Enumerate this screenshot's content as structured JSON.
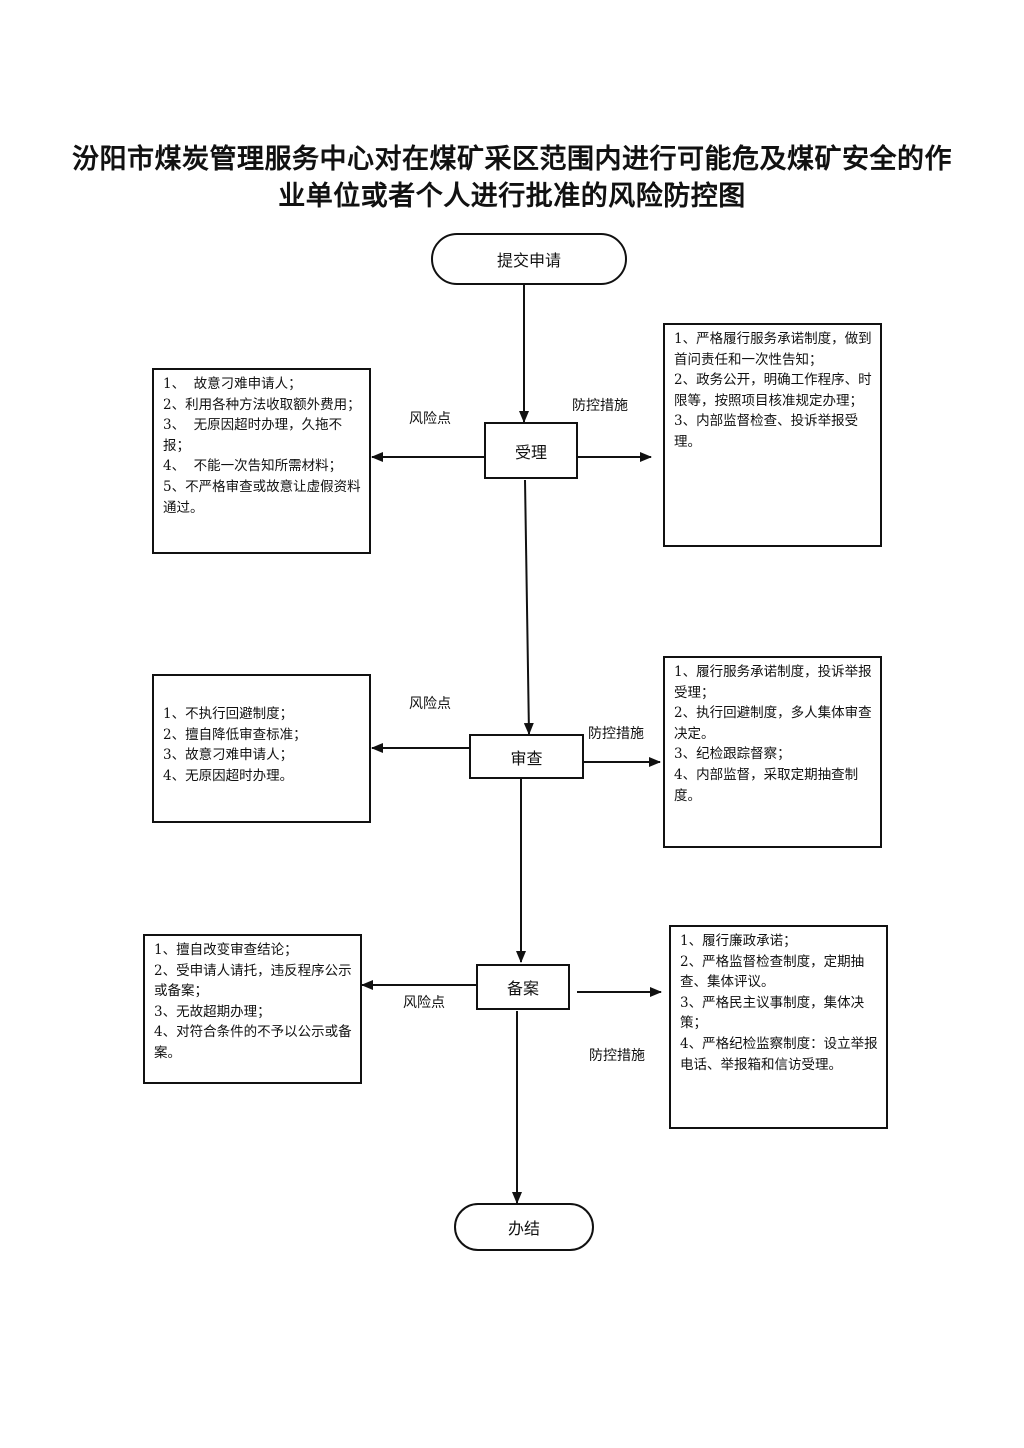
{
  "title": {
    "line1": "汾阳市煤炭管理服务中心对在煤矿采区范围内进行可能危及煤矿安全的作",
    "line2": "业单位或者个人进行批准的风险防控图"
  },
  "nodes": {
    "start": "提交申请",
    "accept": "受理",
    "review": "审查",
    "record": "备案",
    "finish": "办结"
  },
  "labels": {
    "risk": "风险点",
    "control": "防控措施"
  },
  "accept_risks": [
    "1、  故意刁难申请人；",
    "2、利用各种方法收取额外费用；",
    "3、  无原因超时办理，久拖不报；",
    "4、  不能一次告知所需材料；",
    "5、不严格审查或故意让虚假资料通过。"
  ],
  "accept_controls": [
    "1、严格履行服务承诺制度，做到首问责任和一次性告知；",
    "2、政务公开，明确工作程序、时限等，按照项目核准规定办理；",
    "3、内部监督检查、投诉举报受理。"
  ],
  "review_risks": [
    "1、不执行回避制度；",
    "2、擅自降低审查标准；",
    "3、故意刁难申请人；",
    "4、无原因超时办理。"
  ],
  "review_controls": [
    "1、履行服务承诺制度，投诉举报受理；",
    "2、执行回避制度，多人集体审查决定。",
    "3、纪检跟踪督察；",
    "4、内部监督，采取定期抽查制度。"
  ],
  "record_risks": [
    "1、擅自改变审查结论；",
    "2、受申请人请托，违反程序公示或备案；",
    "3、无故超期办理；",
    "4、对符合条件的不予以公示或备案。"
  ],
  "record_controls": [
    "1、履行廉政承诺；",
    "2、严格监督检查制度，定期抽查、集体评议。",
    "3、严格民主议事制度，集体决策；",
    "4、严格纪检监察制度：设立举报电话、举报箱和信访受理。"
  ]
}
